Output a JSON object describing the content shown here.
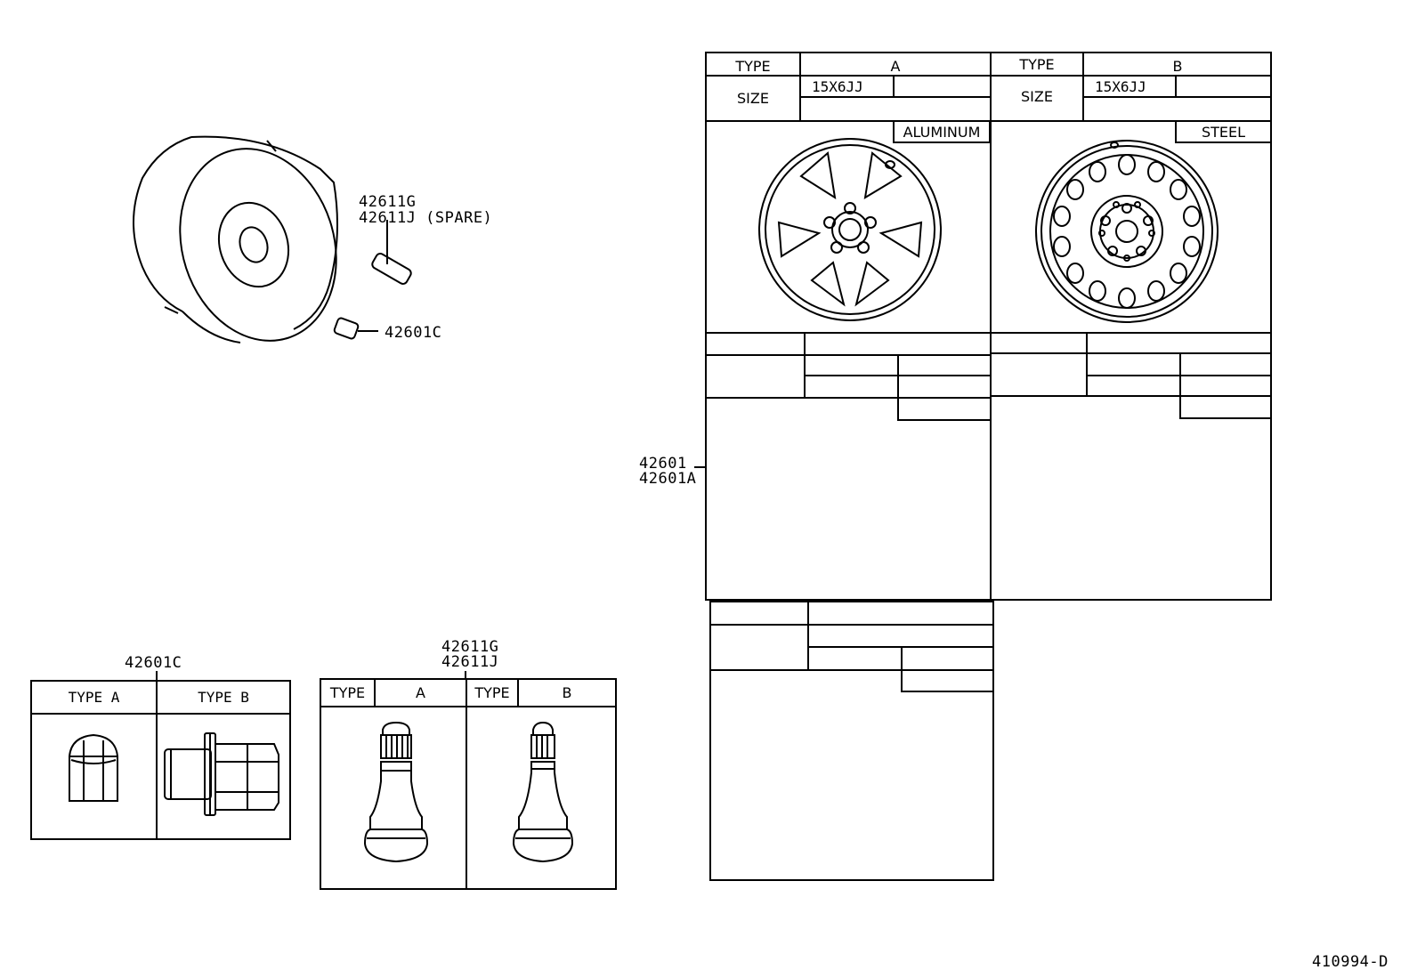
{
  "wheel_assembly": {
    "valve_label_1": "42611G",
    "valve_label_2": "42611J (SPARE)",
    "nut_label": "42601C"
  },
  "wheel_table": {
    "callout_1": "42601",
    "callout_2": "42601A",
    "col_a": {
      "type_header": "TYPE",
      "type_value": "A",
      "size_header": "SIZE",
      "size_value": "15X6JJ",
      "material": "ALUMINUM"
    },
    "col_b": {
      "type_header": "TYPE",
      "type_value": "B",
      "size_header": "SIZE",
      "size_value": "15X6JJ",
      "material": "STEEL"
    }
  },
  "nut_table": {
    "part_number": "42601C",
    "type_a": "TYPE A",
    "type_b": "TYPE B"
  },
  "valve_table": {
    "part_number_1": "42611G",
    "part_number_2": "42611J",
    "type_header_a": "TYPE",
    "type_value_a": "A",
    "type_header_b": "TYPE",
    "type_value_b": "B"
  },
  "diagram_code": "410994-D"
}
